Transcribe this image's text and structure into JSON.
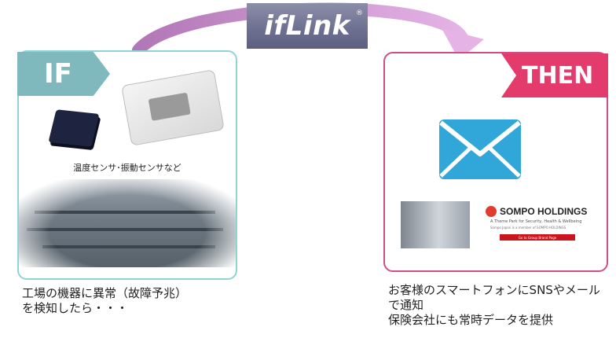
{
  "logo": {
    "text": "ifLink",
    "reg": "®"
  },
  "if_panel": {
    "tag": "IF",
    "sensor_caption": "温度センサ･振動センサなど",
    "caption_lines": [
      "工場の機器に異常（故障予兆）",
      "を検知したら・・・"
    ]
  },
  "then_panel": {
    "tag": "THEN",
    "company": {
      "name": "SOMPO HOLDINGS",
      "tagline": "A Theme Park for Security, Health & Wellbeing",
      "note": "Sompo Japan is a member of SOMPO HOLDINGS",
      "button": "Go to Group Brand Page"
    },
    "caption_lines": [
      "お客様のスマートフォンにSNSやメール",
      "で通知",
      "保険会社にも常時データを提供"
    ]
  },
  "colors": {
    "if_accent": "#7fb8bd",
    "if_border": "#8fd3d6",
    "then_accent": "#e23b6c",
    "then_border": "#d04d86",
    "arrow": "#d59ad9",
    "mail": "#30a6d9",
    "logo_bg": "#6f7192"
  },
  "icons": [
    "flow-arrow-icon",
    "mail-icon",
    "sensor-image",
    "factory-image",
    "sompo-logo-icon"
  ]
}
